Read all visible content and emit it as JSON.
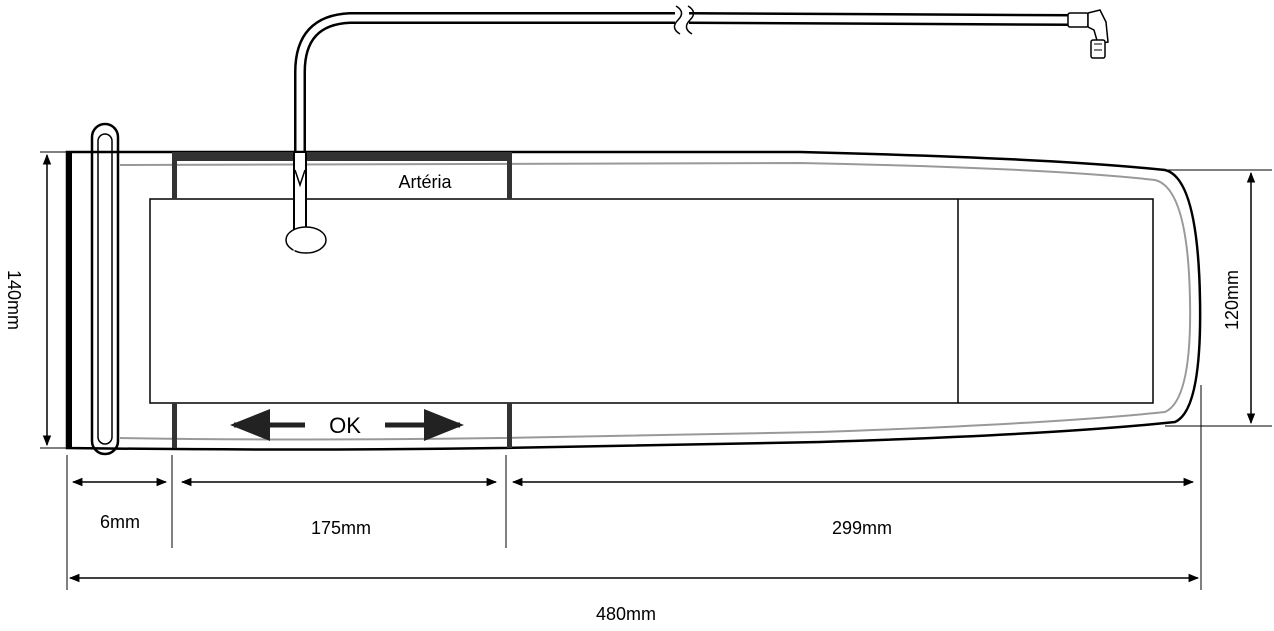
{
  "labels": {
    "artery": "Artéria",
    "ok": "OK",
    "height_140": "140mm",
    "height_120": "120mm",
    "width_6": "6mm",
    "width_175": "175mm",
    "width_299": "299mm",
    "width_480": "480mm"
  }
}
